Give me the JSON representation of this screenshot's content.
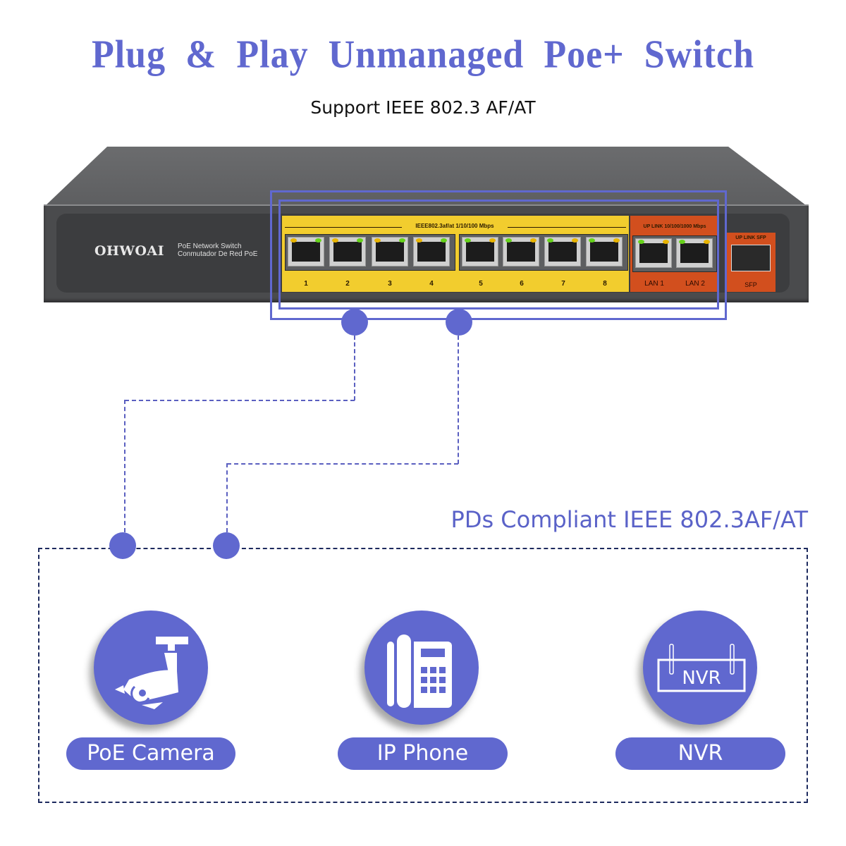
{
  "header": {
    "title": "Plug & Play Unmanaged Poe+ Switch",
    "subtitle": "Support IEEE 802.3 AF/AT"
  },
  "switch": {
    "brand": "OHWOAI",
    "brand_line1": "PoE  Network Switch",
    "brand_line2": "Conmutador De Red PoE",
    "poe_section_label": "IEEE802.3af/at 1/10/100 Mbps",
    "uplink_section_label": "UP LINK 10/100/1000 Mbps",
    "sfp_section_label": "UP LINK SFP",
    "poe_ports": [
      {
        "label": "1",
        "led_left": "yellow",
        "led_right": "green"
      },
      {
        "label": "2",
        "led_left": "yellow",
        "led_right": "green"
      },
      {
        "label": "3",
        "led_left": "yellow",
        "led_right": "green"
      },
      {
        "label": "4",
        "led_left": "yellow",
        "led_right": "green"
      },
      {
        "label": "5",
        "led_left": "green",
        "led_right": "yellow"
      },
      {
        "label": "6",
        "led_left": "green",
        "led_right": "yellow"
      },
      {
        "label": "7",
        "led_left": "green",
        "led_right": "yellow"
      },
      {
        "label": "8",
        "led_left": "green",
        "led_right": "yellow"
      }
    ],
    "uplink_ports": [
      {
        "label": "LAN 1",
        "led_left": "green",
        "led_right": "yellow"
      },
      {
        "label": "LAN 2",
        "led_left": "green",
        "led_right": "yellow"
      }
    ],
    "sfp_port": {
      "label": "SFP"
    }
  },
  "devices": {
    "section_label": "PDs Compliant IEEE 802.3AF/AT",
    "items": [
      {
        "label": "PoE Camera",
        "icon": "security-camera-icon"
      },
      {
        "label": "IP Phone",
        "icon": "desk-phone-icon"
      },
      {
        "label": "NVR",
        "icon": "nvr-icon",
        "icon_text": "NVR"
      }
    ]
  },
  "colors": {
    "accent": "#6068cf",
    "poe_panel": "#f2cd2e",
    "uplink_panel": "#d24f1e",
    "chassis": "#4a4b4d",
    "pd_box_border": "#1d2a5e"
  }
}
